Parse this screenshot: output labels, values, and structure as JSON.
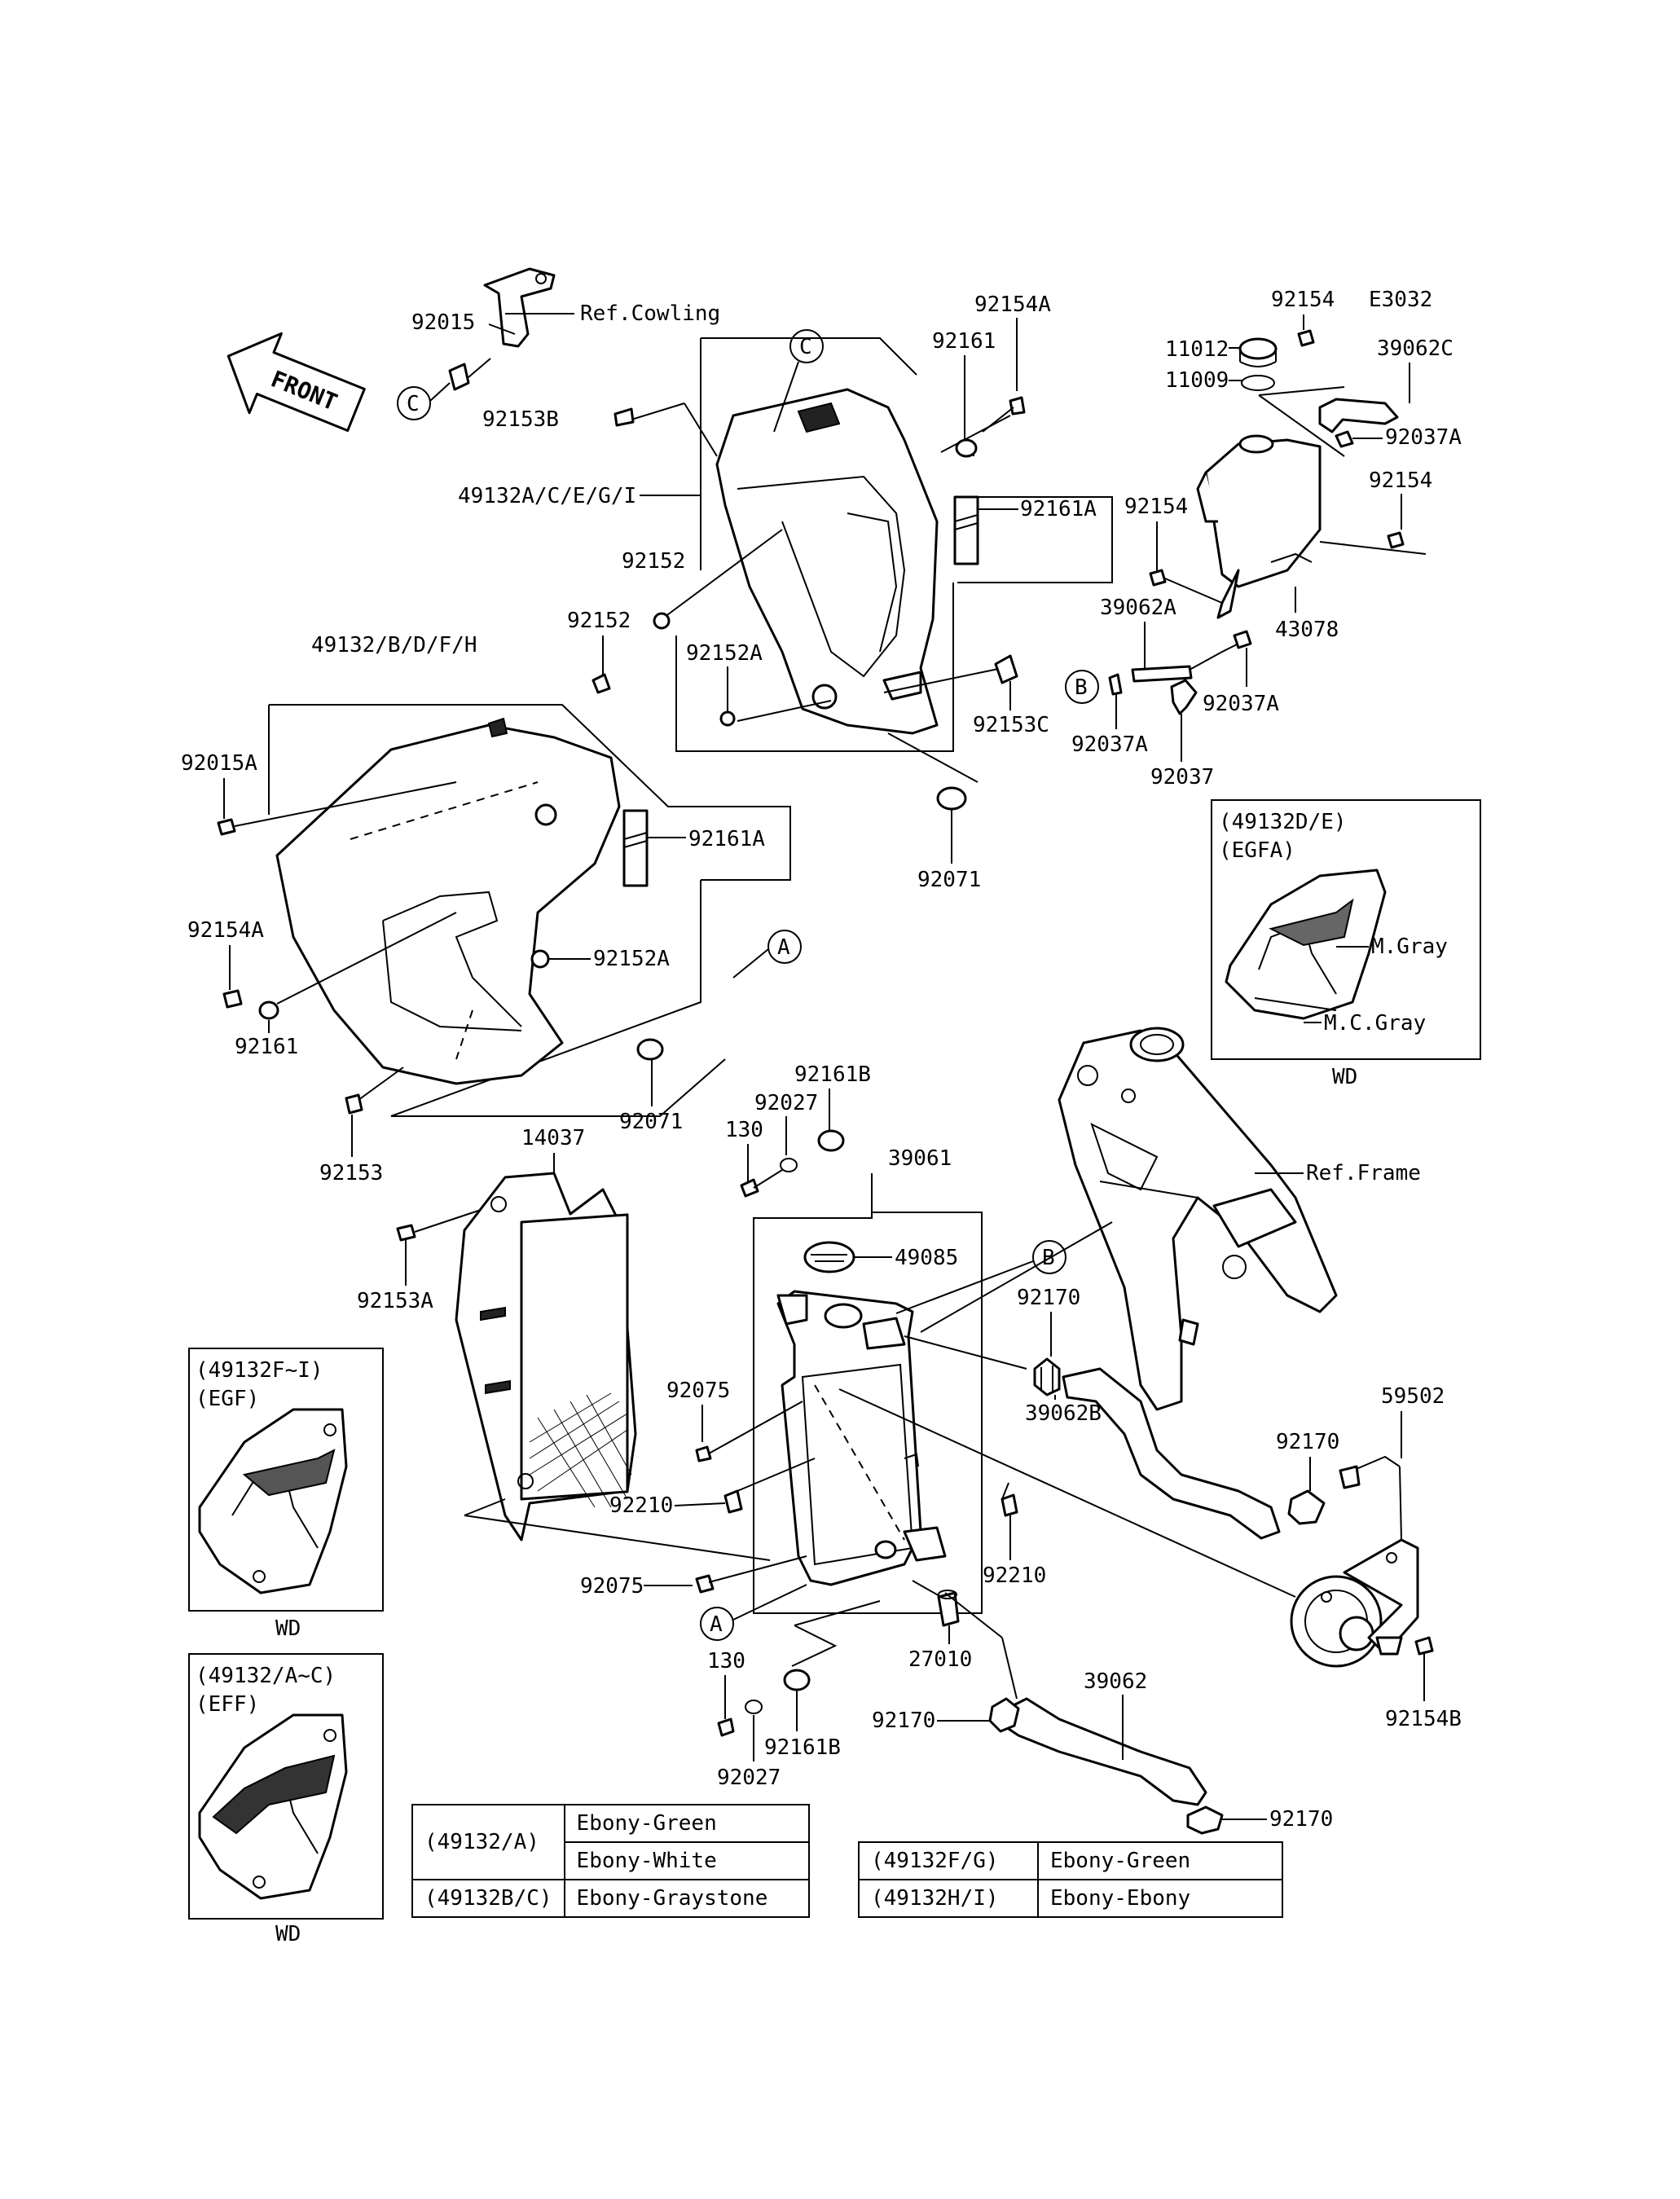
{
  "code": "E3032",
  "front_label": "FRONT",
  "labels": {
    "p92015": "92015",
    "ref_cowling": "Ref.Cowling",
    "p92153B": "92153B",
    "p49132ACEGI": "49132A/C/E/G/I",
    "p92152_top": "92152",
    "p92152_mid": "92152",
    "p92152A_top": "92152A",
    "p92154A_top": "92154A",
    "p92161_top": "92161",
    "p92161A_top": "92161A",
    "p92153C": "92153C",
    "p92071_top": "92071",
    "p49132BDFH": "49132/B/D/F/H",
    "p92015A": "92015A",
    "p92161A_low": "92161A",
    "p92152A_low": "92152A",
    "p92154A_low": "92154A",
    "p92161_low": "92161",
    "p92071_low": "92071",
    "p92153": "92153",
    "p92154_top": "92154",
    "p39062C": "39062C",
    "p11012": "11012",
    "p11009": "11009",
    "p92037A_r": "92037A",
    "p92154_r": "92154",
    "p92154_l": "92154",
    "p43078": "43078",
    "p39062A": "39062A",
    "p92037A_m": "92037A",
    "p92037A_l": "92037A",
    "p92037": "92037",
    "p14037": "14037",
    "p92153A": "92153A",
    "p92161B_top": "92161B",
    "p92027_top": "92027",
    "p130_top": "130",
    "p39061": "39061",
    "p49085": "49085",
    "p92170_top": "92170",
    "p39062B": "39062B",
    "p92075_top": "92075",
    "p92210_l": "92210",
    "p92075_low": "92075",
    "p92210_r": "92210",
    "p27010": "27010",
    "p130_low": "130",
    "p92161B_low": "92161B",
    "p92027_low": "92027",
    "p92170_low": "92170",
    "p39062": "39062",
    "p92170_bot": "92170",
    "ref_frame": "Ref.Frame",
    "p59502": "59502",
    "p92170_r": "92170",
    "p92154B": "92154B",
    "circle_C": "C",
    "circle_B": "B",
    "circle_A": "A"
  },
  "insets": {
    "efga": {
      "model": "(49132D/E)",
      "code": "(EGFA)",
      "color1": "M.Gray",
      "color2": "M.C.Gray",
      "note": "WD"
    },
    "egf": {
      "model": "(49132F~I)",
      "code": "(EGF)",
      "note": "WD"
    },
    "eff": {
      "model": "(49132/A~C)",
      "code": "(EFF)",
      "note": "WD"
    }
  },
  "color_table_left": {
    "rows": [
      {
        "model": "(49132/A)",
        "colors": [
          "Ebony-Green",
          "Ebony-White"
        ]
      },
      {
        "model": "(49132B/C)",
        "colors": [
          "Ebony-Graystone"
        ]
      }
    ]
  },
  "color_table_right": {
    "rows": [
      {
        "model": "(49132F/G)",
        "color": "Ebony-Green"
      },
      {
        "model": "(49132H/I)",
        "color": "Ebony-Ebony"
      }
    ]
  }
}
